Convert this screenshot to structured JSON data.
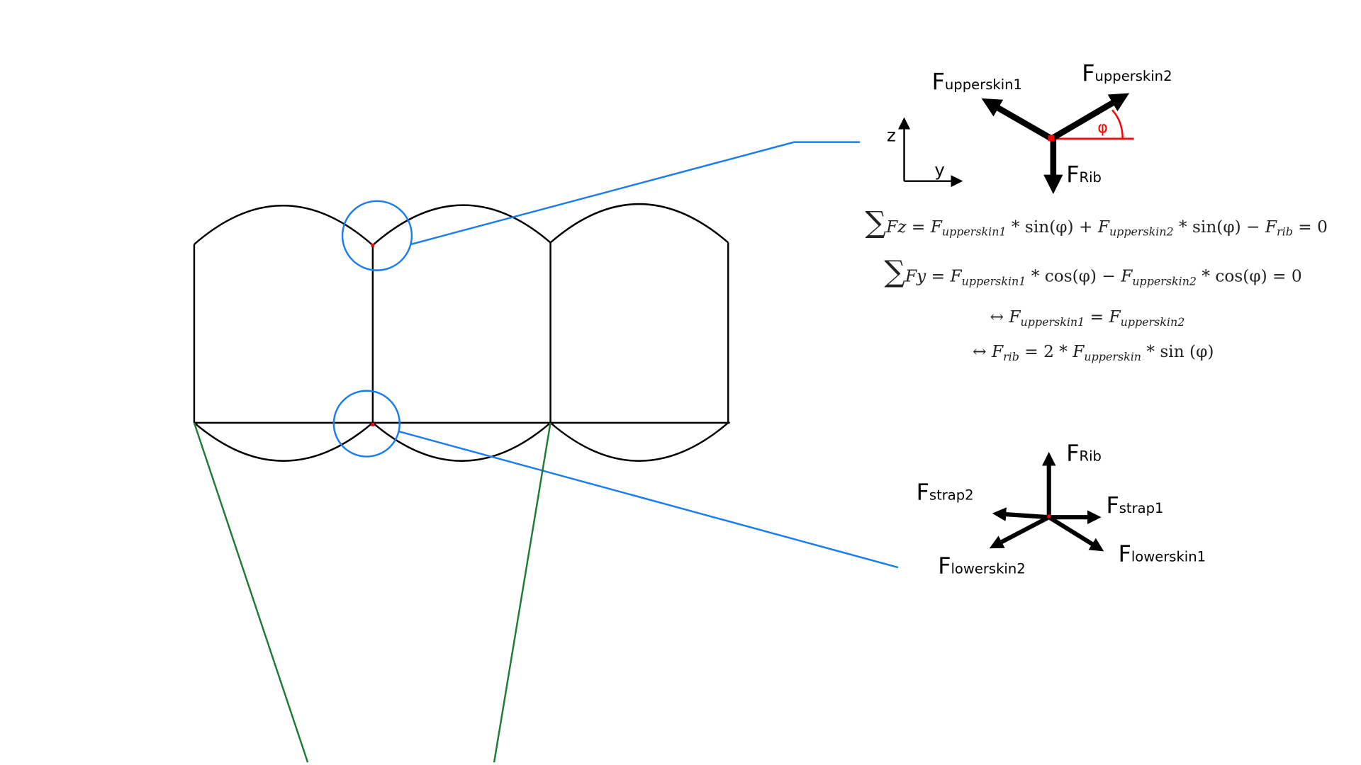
{
  "top_diagram": {
    "axis_z": "z",
    "axis_y": "y",
    "angle": "φ",
    "forces": {
      "upperskin1": {
        "base": "F",
        "sub": "upperskin1"
      },
      "upperskin2": {
        "base": "F",
        "sub": "upperskin2"
      },
      "rib": {
        "base": "F",
        "sub": "Rib"
      }
    }
  },
  "equations": {
    "eq1": {
      "sum": "∑",
      "lhs": "Fz =",
      "f1": "F",
      "s1": "upperskin1",
      "t1": " * sin(φ) + ",
      "f2": "F",
      "s2": "upperskin2",
      "t2": " * sin(φ) − ",
      "f3": "F",
      "s3": "rib",
      "t3": " = 0"
    },
    "eq2": {
      "sum": "∑",
      "lhs": "Fy =",
      "f1": "F",
      "s1": "upperskin1",
      "t1": " * cos(φ) − ",
      "f2": "F",
      "s2": "upperskin2",
      "t2": " * cos(φ) = 0"
    },
    "eq3": {
      "arrow": "↔ ",
      "f1": "F",
      "s1": "upperskin1",
      "t1": " = ",
      "f2": "F",
      "s2": "upperskin2"
    },
    "eq4": {
      "arrow": "↔ ",
      "f1": "F",
      "s1": "rib",
      "t1": " = 2 * ",
      "f2": "F",
      "s2": "upperskin",
      "t2": " * sin (φ)"
    }
  },
  "bottom_diagram": {
    "forces": {
      "rib": {
        "base": "F",
        "sub": "Rib"
      },
      "strap1": {
        "base": "F",
        "sub": "strap1"
      },
      "strap2": {
        "base": "F",
        "sub": "strap2"
      },
      "lowerskin1": {
        "base": "F",
        "sub": "lowerskin1"
      },
      "lowerskin2": {
        "base": "F",
        "sub": "lowerskin2"
      }
    }
  },
  "colors": {
    "callout": "#1a7cf0",
    "strap": "#1e7a34",
    "node": "#ff0000"
  }
}
